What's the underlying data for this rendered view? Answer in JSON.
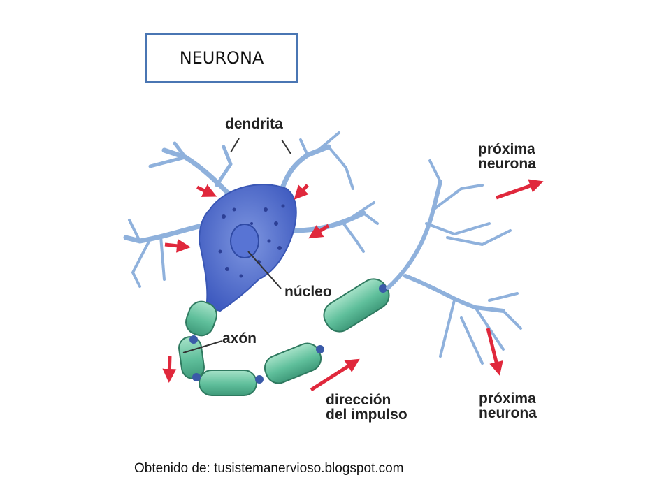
{
  "title": "NEURONA",
  "labels": {
    "dendrita": "dendrita",
    "nucleo": "núcleo",
    "axon": "axón",
    "proxima_top_1": "próxima",
    "proxima_top_2": "neurona",
    "proxima_bottom_1": "próxima",
    "proxima_bottom_2": "neurona",
    "direccion_1": "dirección",
    "direccion_2": "del impulso"
  },
  "source": "Obtenido de: tusistemanervioso.blogspot.com",
  "colors": {
    "title_border": "#4a76b3",
    "dendrite": "#8fb1dc",
    "soma": "#4f6ccc",
    "myelin": "#5fbf9b",
    "node": "#3a5aa8",
    "arrow": "#e0283c"
  }
}
